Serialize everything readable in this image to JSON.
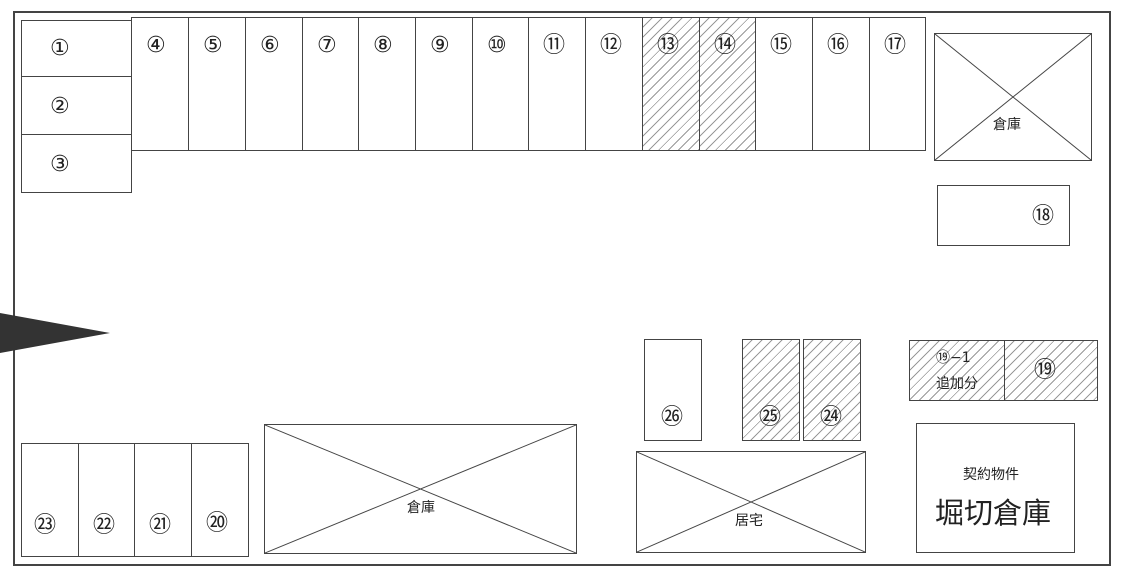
{
  "slots": {
    "s1": "①",
    "s2": "②",
    "s3": "③",
    "s4": "④",
    "s5": "⑤",
    "s6": "⑥",
    "s7": "⑦",
    "s8": "⑧",
    "s9": "⑨",
    "s10": "⑩",
    "s11": "⑪",
    "s12": "⑫",
    "s13": "⑬",
    "s14": "⑭",
    "s15": "⑮",
    "s16": "⑯",
    "s17": "⑰",
    "s18": "⑱",
    "s19": "⑲",
    "s19_1": "⑲−1",
    "s19_1_note": "追加分",
    "s20": "⑳",
    "s21": "㉑",
    "s22": "㉒",
    "s23": "㉓",
    "s24": "㉔",
    "s25": "㉕",
    "s26": "㉖"
  },
  "hatched_slots": [
    "13",
    "14",
    "19",
    "19-1",
    "24",
    "25"
  ],
  "buildings": {
    "warehouse_top": "倉庫",
    "warehouse_bottom": "倉庫",
    "residence": "居宅",
    "contract_caption": "契約物件",
    "contract_name": "堀切倉庫"
  },
  "colors": {
    "line": "#444444",
    "hatch": "#999999",
    "arrow": "#333333"
  }
}
